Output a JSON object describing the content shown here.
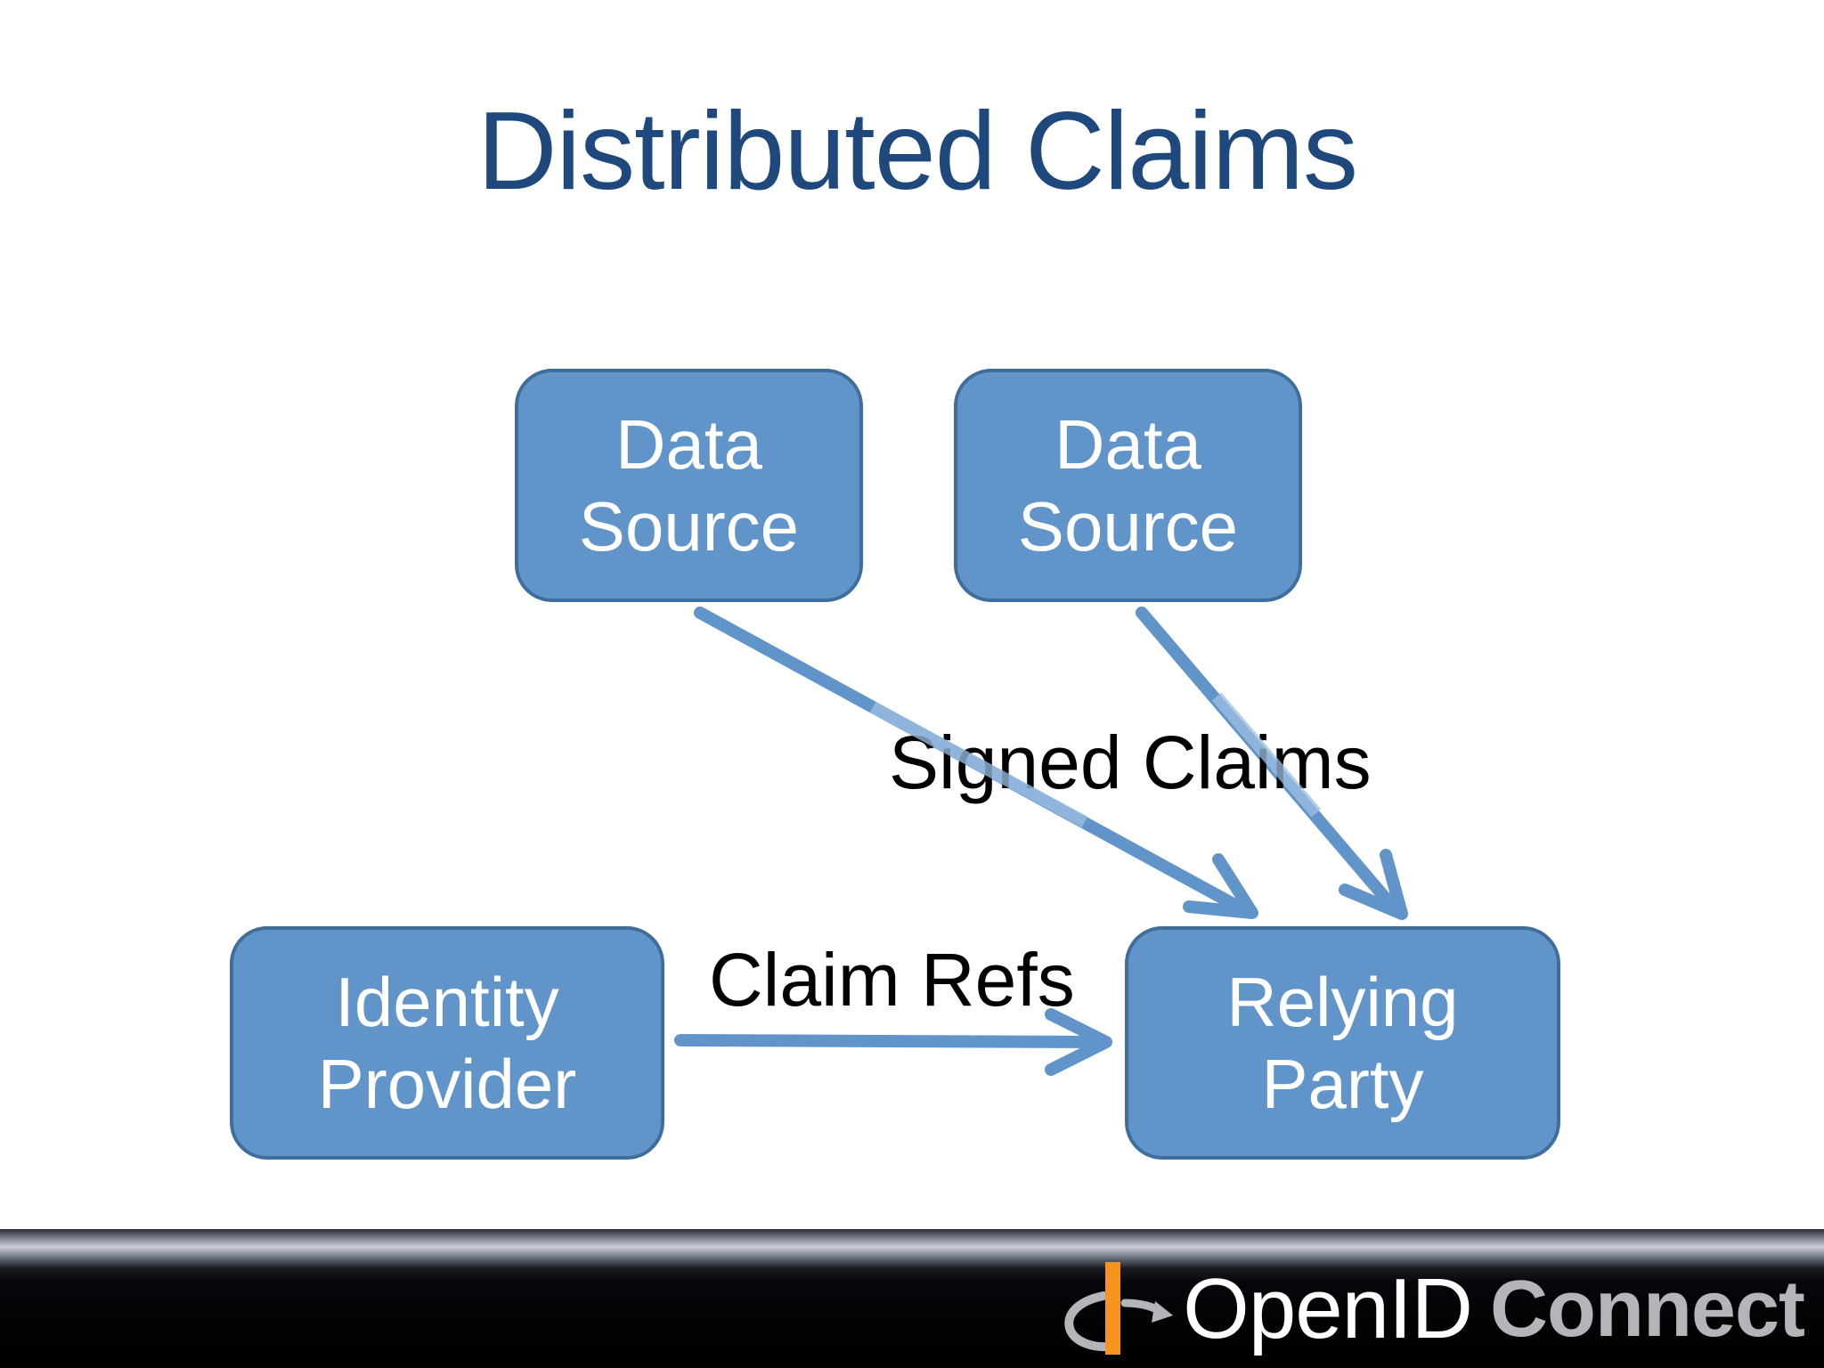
{
  "slide": {
    "title": "Distributed Claims"
  },
  "diagram": {
    "nodes": [
      {
        "id": "data_source_1",
        "label_line1": "Data",
        "label_line2": "Source"
      },
      {
        "id": "data_source_2",
        "label_line1": "Data",
        "label_line2": "Source"
      },
      {
        "id": "identity_provider",
        "label_line1": "Identity",
        "label_line2": "Provider"
      },
      {
        "id": "relying_party",
        "label_line1": "Relying",
        "label_line2": "Party"
      }
    ],
    "edges": [
      {
        "from": "data_source_1",
        "to": "relying_party"
      },
      {
        "from": "data_source_2",
        "to": "relying_party"
      },
      {
        "from": "identity_provider",
        "to": "relying_party"
      }
    ],
    "edge_labels": {
      "signed_claims": "Signed Claims",
      "claim_refs": "Claim Refs"
    },
    "colors": {
      "box_fill": "#6195c9",
      "box_border": "#3f6d9c",
      "arrow": "#6195c9",
      "title": "#1f497d"
    }
  },
  "footer": {
    "logo": {
      "text_openid": "OpenID",
      "text_connect": "Connect",
      "icon": "openid-logo-icon",
      "accent_color": "#f7931e"
    }
  }
}
